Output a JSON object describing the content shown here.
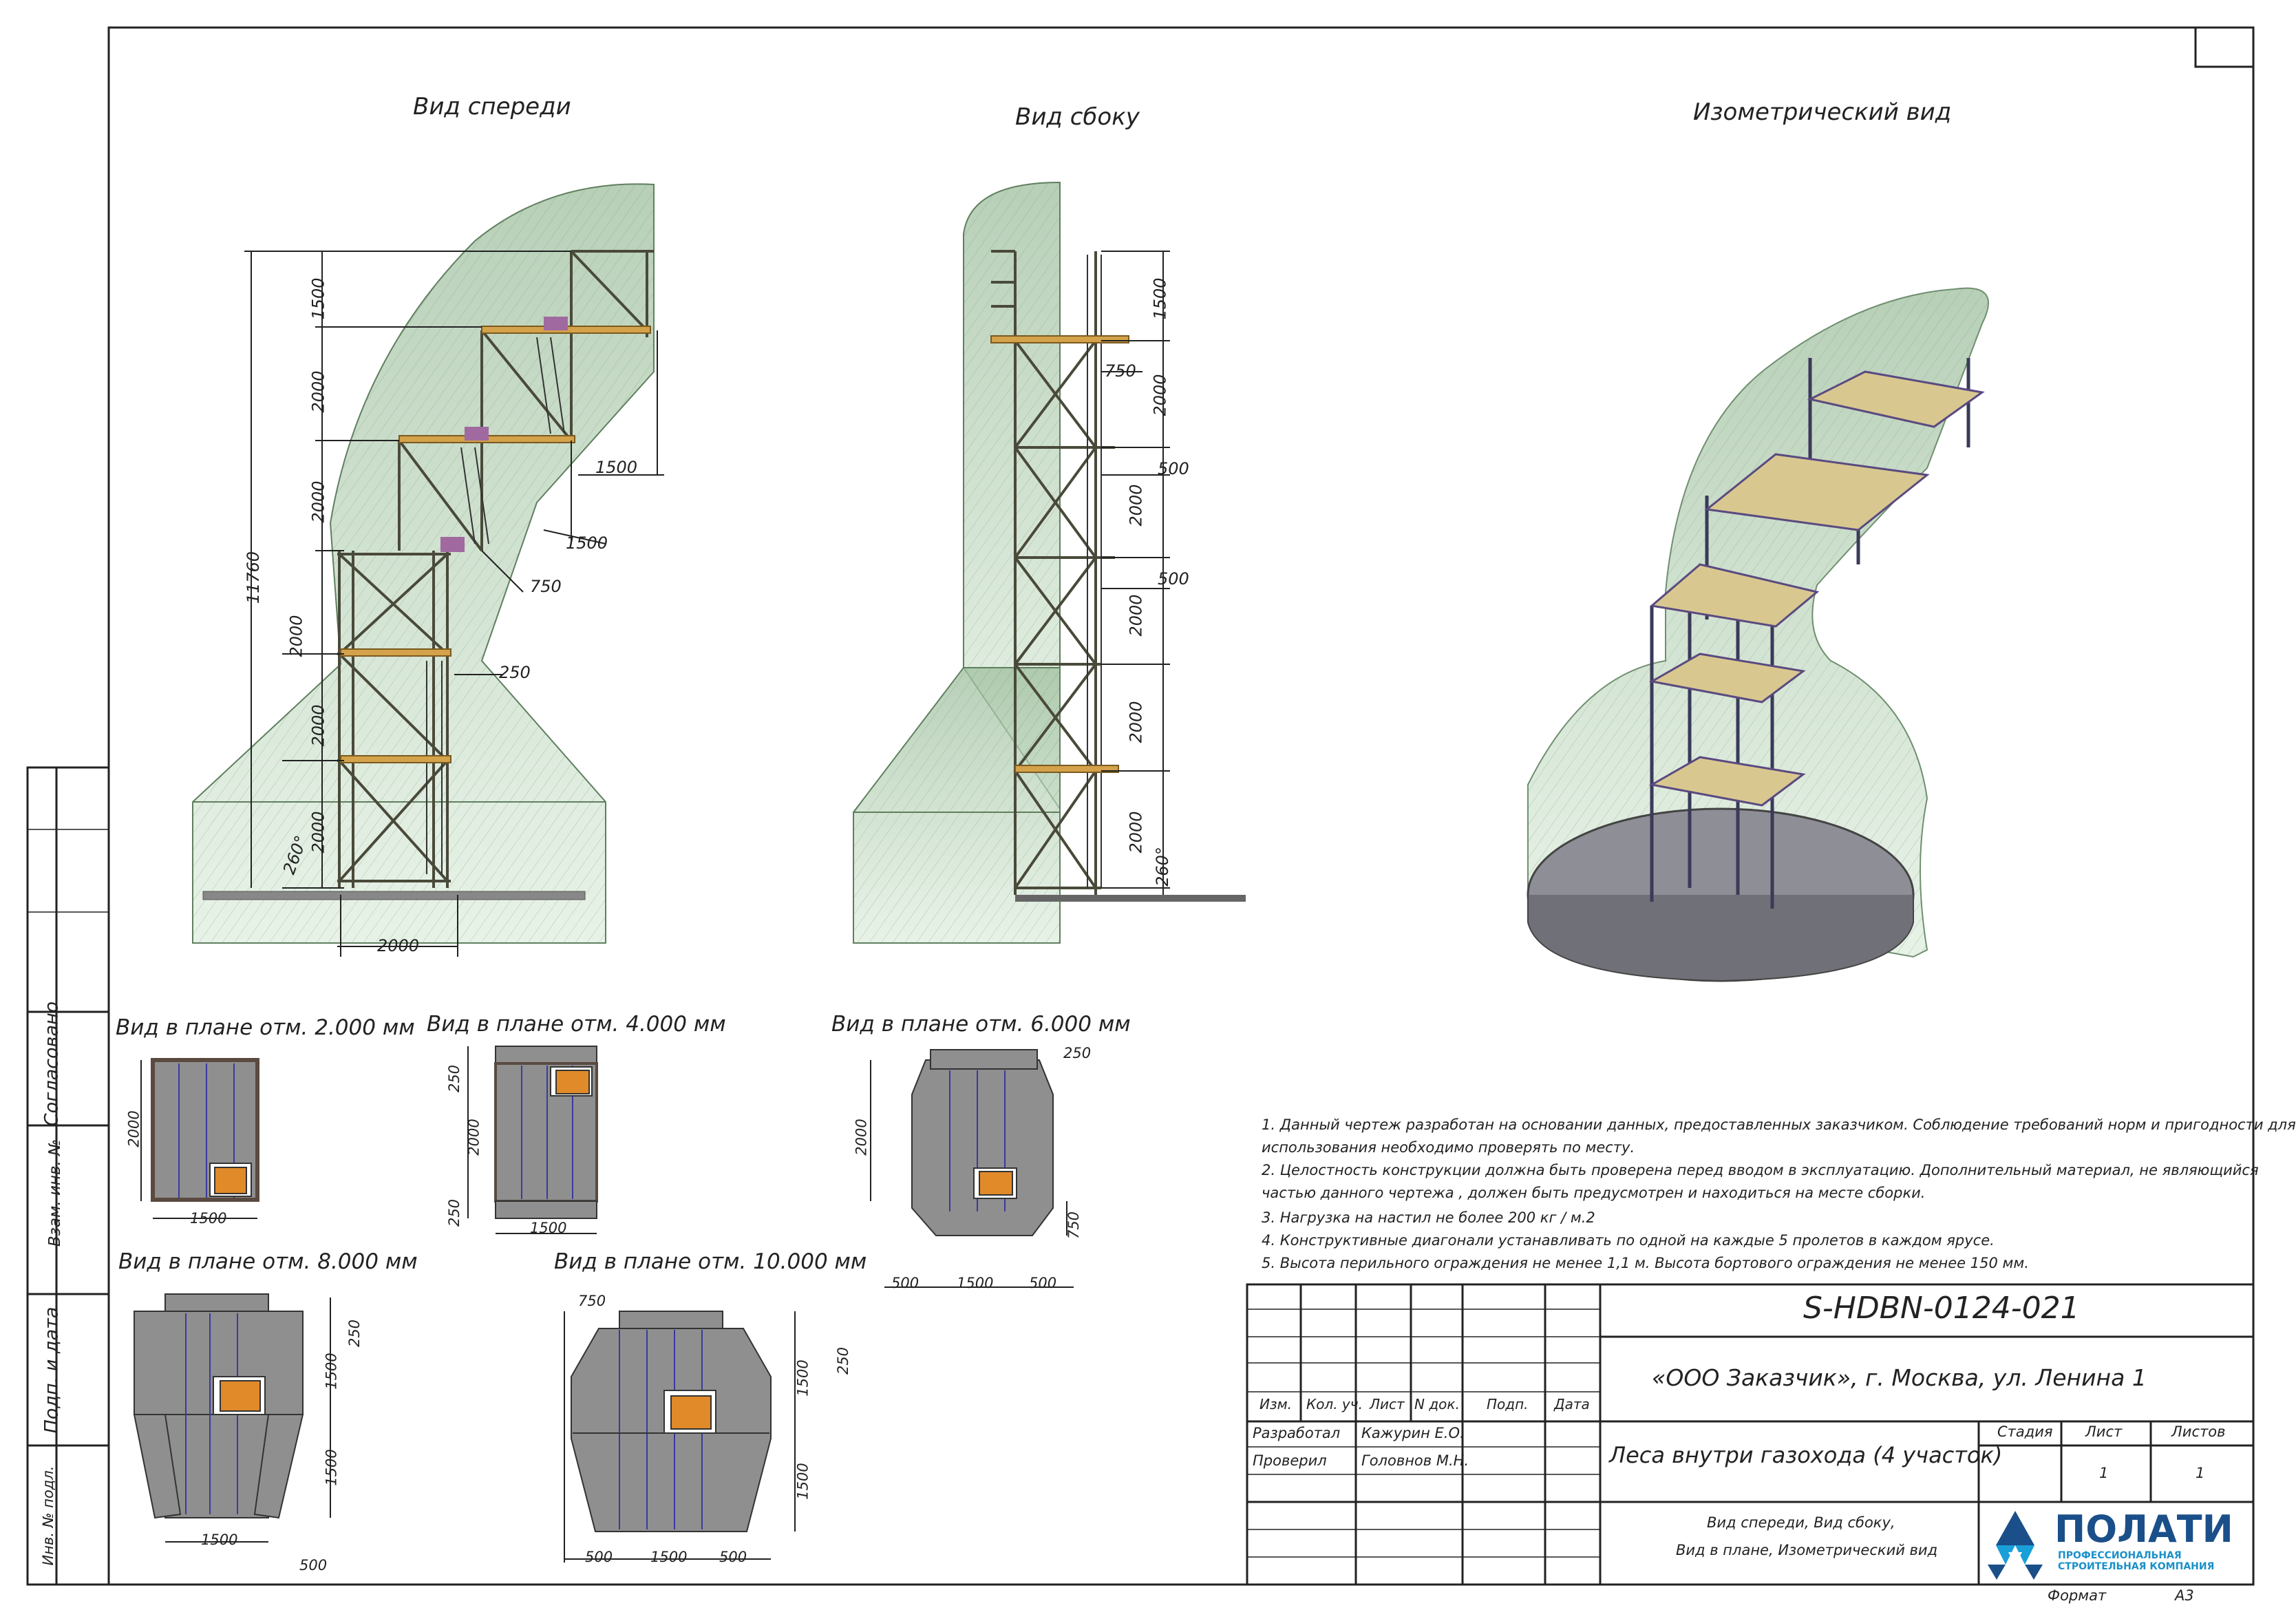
{
  "views": {
    "front": "Вид спереди",
    "side": "Вид сбоку",
    "iso": "Изометрический вид"
  },
  "front_dims": {
    "d1500a": "1500",
    "d2000a": "2000",
    "d2000b": "2000",
    "d2000c": "2000",
    "d2000d": "2000",
    "d2000e": "2000",
    "total": "11760",
    "d1500b": "1500",
    "d1500c": "1500",
    "d750": "750",
    "d250": "250",
    "angle": "260°",
    "base": "2000"
  },
  "side_dims": {
    "d1500": "1500",
    "d750": "750",
    "d2000a": "2000",
    "d500a": "500",
    "d2000b": "2000",
    "d500b": "500",
    "d2000c": "2000",
    "d2000d": "2000",
    "d2000e": "2000",
    "angle": "260°"
  },
  "plans": {
    "p2000": {
      "title": "Вид в плане отм. 2.000 мм",
      "w": "1500",
      "h": "2000"
    },
    "p4000": {
      "title": "Вид в плане отм. 4.000 мм",
      "top": "250",
      "mid": "2000",
      "bot": "250",
      "w": "1500"
    },
    "p6000": {
      "title": "Вид в плане отм. 6.000 мм",
      "top": "250",
      "h": "2000",
      "right": "750",
      "w1": "500",
      "w2": "1500",
      "w3": "500"
    },
    "p8000": {
      "title": "Вид в плане отм. 8.000 мм",
      "r1": "250",
      "r2": "1500",
      "r3": "1500",
      "w": "1500",
      "b": "500"
    },
    "p10000": {
      "title": "Вид в плане отм. 10.000 мм",
      "tl": "750",
      "r0": "250",
      "r1": "1500",
      "r2": "1500",
      "w1": "500",
      "w2": "1500",
      "w3": "500"
    }
  },
  "notes": [
    "1. Данный чертеж разработан на основании данных, предоставленных заказчиком. Соблюдение требований норм и пригодности для",
    "использования необходимо проверять по месту.",
    "2. Целостность конструкции должна быть проверена перед вводом в эксплуатацию. Дополнительный материал, не являющийся",
    "частью данного чертежа , должен быть предусмотрен и находиться на месте сборки.",
    "3. Нагрузка на настил не более 200 кг / м.2",
    "4. Конструктивные диагонали устанавливать по одной на каждые 5 пролетов в каждом ярусе.",
    "5. Высота перильного ограждения не менее 1,1 м. Высота бортового ограждения не менее 150 мм."
  ],
  "side_stamp": {
    "agreed": "Согласовано",
    "inv_vz": "Взам. инв. №",
    "sign_date": "Подп. и дата",
    "inv_podl": "Инв. № подл."
  },
  "title_block": {
    "code": "S-HDBN-0124-021",
    "client": "«ООО Заказчик», г. Москва, ул. Ленина 1",
    "cols": {
      "izm": "Изм.",
      "kol": "Кол. уч.",
      "list": "Лист",
      "ndok": "N док.",
      "podp": "Подп.",
      "data": "Дата"
    },
    "developed": "Разработал",
    "developer": "Кажурин Е.О.",
    "checked": "Проверил",
    "checker": "Головнов М.Н.",
    "name": "Леса внутри газохода (4 участок)",
    "stage": "Стадия",
    "sheet": "Лист",
    "sheets": "Листов",
    "sheet_val": "1",
    "sheets_val": "1",
    "desc1": "Вид спереди, Вид сбоку,",
    "desc2": "Вид в плане, Изометрический вид",
    "logo_name": "ПОЛАТИ",
    "logo_sub1": "ПРОФЕССИОНАЛЬНАЯ",
    "logo_sub2": "СТРОИТЕЛЬНАЯ КОМПАНИЯ",
    "format_label": "Формат",
    "format_val": "А3"
  }
}
